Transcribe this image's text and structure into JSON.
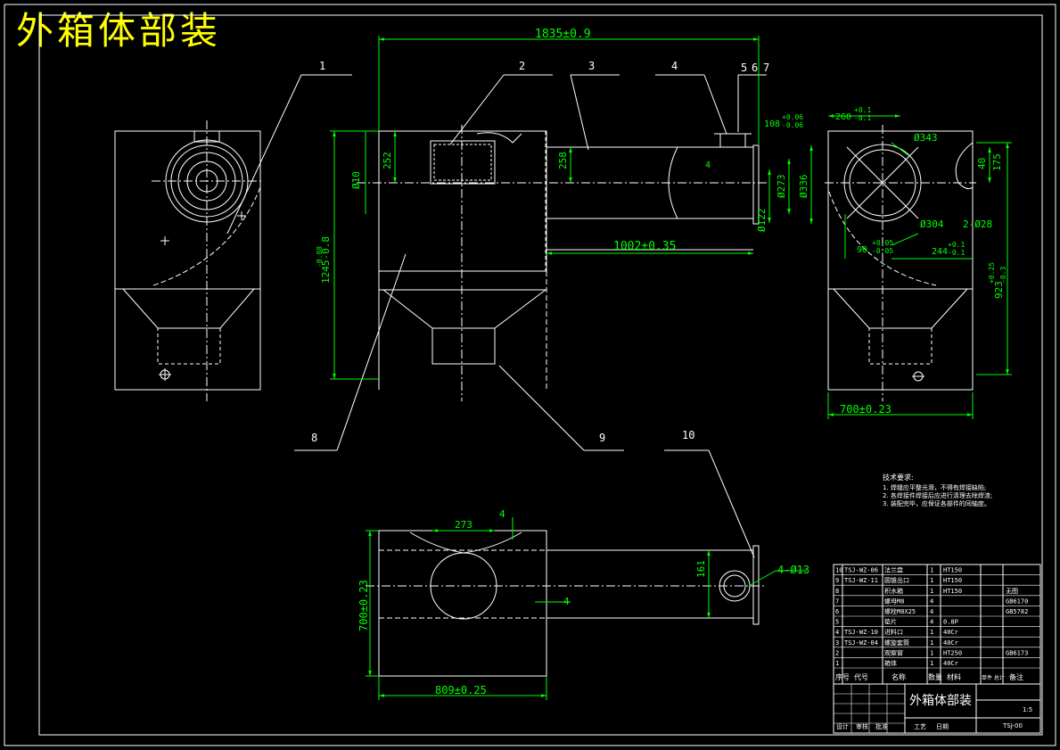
{
  "title": "外箱体部装",
  "balloons": [
    "1",
    "2",
    "3",
    "4",
    "5",
    "6",
    "7",
    "8",
    "9",
    "10"
  ],
  "dimensions": {
    "overall_length": "1835±0.9",
    "pipe_length": "1002±0.35",
    "height_total": "1245-0.8",
    "height_total_tol": "-0.88",
    "width_700": "700±0.23",
    "width_809": "809±0.25",
    "width_700_v": "700±0.23",
    "d273_top": "273",
    "d_4_top": "4",
    "d_4_mid": "4",
    "d_4_pipe": "4",
    "holes": "4-Ø13",
    "d161": "161",
    "d10": "Ø10",
    "d252": "252",
    "d258": "258",
    "d273": "Ø273",
    "d336": "Ø336",
    "d122": "Ø122",
    "d108": "108",
    "d108_tol_up": "+0.06",
    "d108_tol_dn": "-0.06",
    "d260": "260",
    "d260_tol_up": "+0.1",
    "d260_tol_dn": "-0.1",
    "d343": "Ø343",
    "d304": "Ø304",
    "d2_28": "2-Ø28",
    "d40": "40",
    "d175": "175",
    "d90": "90",
    "d90_tol_up": "+0.05",
    "d90_tol_dn": "-0.05",
    "d244": "244",
    "d244_tol_up": "+0.1",
    "d244_tol_dn": "-0.1",
    "d923": "923",
    "d923_tol_up": "+0.25",
    "d923_tol_dn": "-0.3"
  },
  "tech_notes": {
    "heading": "技术要求:",
    "lines": [
      "1. 焊缝应平整光滑，不得有焊接缺陷;",
      "2. 各焊接件焊接后应进行清理去除焊渣;",
      "3. 装配完毕，应保证各部件的同轴度。"
    ]
  },
  "bom": [
    {
      "no": "10",
      "code": "TSJ-WZ-06",
      "name": "法兰盘",
      "qty": "1",
      "material": "HT150",
      "note": ""
    },
    {
      "no": "9",
      "code": "TSJ-WZ-11",
      "name": "圆锥出口",
      "qty": "1",
      "material": "HT150",
      "note": ""
    },
    {
      "no": "8",
      "code": "",
      "name": "积水箱",
      "qty": "1",
      "material": "HT150",
      "note": "无图"
    },
    {
      "no": "7",
      "code": "",
      "name": "螺母M8",
      "qty": "4",
      "material": "",
      "note": "GB6170"
    },
    {
      "no": "6",
      "code": "",
      "name": "螺栓M8X25",
      "qty": "4",
      "material": "",
      "note": "GB5782"
    },
    {
      "no": "5",
      "code": "",
      "name": "垫片",
      "qty": "4",
      "material": "0.8P",
      "note": ""
    },
    {
      "no": "4",
      "code": "TSJ-WZ-10",
      "name": "进料口",
      "qty": "1",
      "material": "40Cr",
      "note": ""
    },
    {
      "no": "3",
      "code": "TSJ-WZ-04",
      "name": "螺旋套筒",
      "qty": "1",
      "material": "40Cr",
      "note": ""
    },
    {
      "no": "2",
      "code": "",
      "name": "观察窗",
      "qty": "1",
      "material": "HT250",
      "note": "GB6173"
    },
    {
      "no": "1",
      "code": "",
      "name": "箱体",
      "qty": "1",
      "material": "40Cr",
      "note": ""
    }
  ],
  "bom_header": {
    "no": "序号",
    "code": "代号",
    "name": "名称",
    "qty": "数量",
    "material": "材料",
    "weight": "单件 总计",
    "note": "备注"
  },
  "title_block": {
    "drawing_title": "外箱体部装",
    "scale": "1:5",
    "drawing_no": "TSJ-00",
    "designer": "设计",
    "checker": "审核",
    "approver": "批准",
    "process": "工艺",
    "date": "日期"
  }
}
